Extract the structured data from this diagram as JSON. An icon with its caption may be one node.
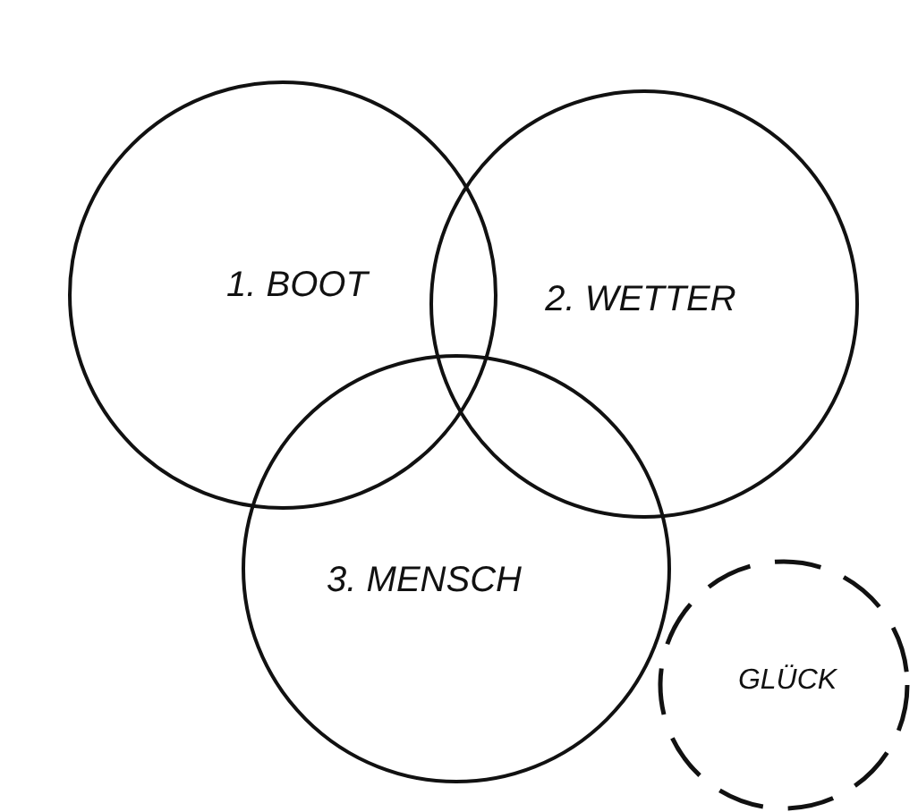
{
  "diagram": {
    "nodes": [
      {
        "text": [
          "1. BOOT"
        ]
      },
      {
        "text": [
          "2. WETTER"
        ]
      },
      {
        "text": [
          "3. MENSCH"
        ]
      },
      {
        "text": [
          "GLÜCK"
        ]
      }
    ]
  }
}
